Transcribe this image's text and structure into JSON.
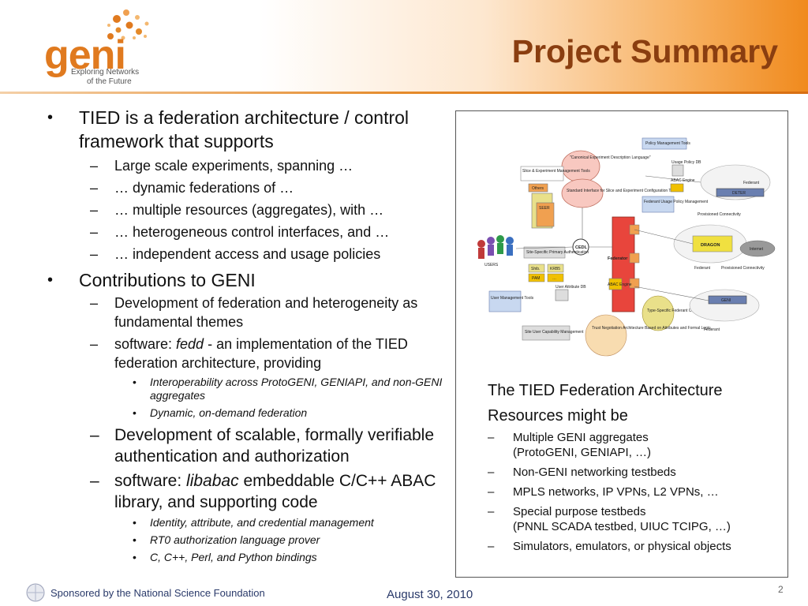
{
  "header": {
    "title": "Project Summary",
    "logo_word": "geni",
    "logo_tagline_1": "Exploring Networks",
    "logo_tagline_2": "of the Future"
  },
  "left": {
    "b1": "TIED is a federation architecture / control framework that supports",
    "b1_subs": [
      "Large scale experiments, spanning …",
      "… dynamic federations of …",
      "… multiple resources (aggregates), with …",
      "… heterogeneous control interfaces, and …",
      "… independent access and usage policies"
    ],
    "b2": "Contributions to GENI",
    "c1": "Development of federation and heterogeneity as fundamental themes",
    "c2_prefix": "software: ",
    "c2_em": "fedd",
    "c2_suffix": " -  an implementation of the TIED federation architecture, providing",
    "c2_subs": [
      "Interoperability across ProtoGENI, GENIAPI, and non-GENI aggregates",
      "Dynamic, on-demand federation"
    ],
    "c3": "Development of scalable, formally verifiable authentication and authorization",
    "c4_prefix": "software: ",
    "c4_em": "libabac",
    "c4_suffix": " embeddable C/C++ ABAC library, and supporting code",
    "c4_subs": [
      "Identity, attribute, and credential management",
      "RT0 authorization language prover",
      "C, C++, Perl, and Python bindings"
    ]
  },
  "figure": {
    "labels": {
      "canonical": "\"Canonical Experiment Description Language\"",
      "slice_tools": "Slice & Experiment Management Tools",
      "standard_iface": "Standard Interface for Slice and Experiment Configuration Tools",
      "policy_tools": "Policy Management Tools",
      "usage_policy": "Usage Policy DB",
      "federant_1": "Federant",
      "federant_2": "Federant",
      "federant_3": "Federant",
      "deter": "DETER",
      "fed_usage": "Federant Usage Policy Management",
      "others": "Others",
      "seer": "SEER",
      "provisioned_1": "Provisioned Connectivity",
      "provisioned_2": "Provisioned Connectivity",
      "cedl": "CEDL",
      "federator": "Federator",
      "site_auth": "Site-Specific Primary Authentication",
      "users": "USERS",
      "shib": "Shib.",
      "krb": "KRB5",
      "pam": "PAM",
      "etc": "…",
      "dragon": "DRAGON",
      "internet": "Internet",
      "abac_1": "ABAC Engine",
      "abac_2": "ABAC Engine",
      "user_mgmt": "User Management Tools",
      "user_attr": "User Attribute DB",
      "type_specific": "Type-Specific Federant Control Plugins",
      "geni": "GENI",
      "site_user": "Site User Capability Management",
      "trust": "Trust Negotiation Architecture Based on Attributes and Formal Logic"
    },
    "caption": "The TIED Federation Architecture",
    "resources_title": "Resources might be",
    "resources": [
      {
        "main": "Multiple GENI aggregates",
        "sub": "(ProtoGENI, GENIAPI, …)"
      },
      {
        "main": "Non-GENI networking testbeds",
        "sub": ""
      },
      {
        "main": "MPLS networks, IP VPNs, L2 VPNs, …",
        "sub": ""
      },
      {
        "main": "Special purpose testbeds",
        "sub": "(PNNL SCADA testbed, UIUC TCIPG, …)"
      },
      {
        "main": "Simulators, emulators, or physical objects",
        "sub": ""
      }
    ]
  },
  "footer": {
    "sponsor": "Sponsored by the National Science Foundation",
    "date": "August 30, 2010",
    "page": "2"
  },
  "colors": {
    "accent_orange": "#e07a1f",
    "title_brown": "#8a3e10",
    "footer_blue": "#2a3a6a"
  }
}
